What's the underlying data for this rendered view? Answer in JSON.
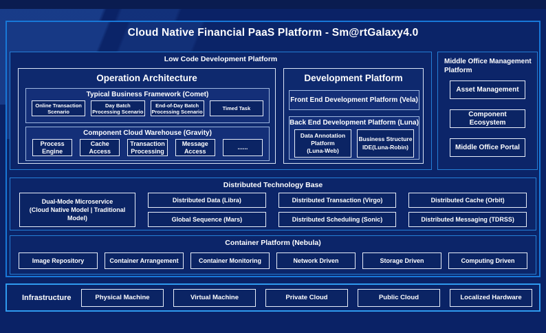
{
  "title": "Cloud Native Financial PaaS Platform - Sm@rtGalaxy4.0",
  "low_code": {
    "label": "Low Code Development Platform",
    "operation_architecture": {
      "title": "Operation Architecture",
      "comet": {
        "title": "Typical Business Framework (Comet)",
        "items": [
          "Online Transaction Scenario",
          "Day Batch Processing Scenario",
          "End-of-Day Batch Processing Scenario",
          "Timed Task"
        ]
      },
      "gravity": {
        "title": "Component Cloud Warehouse (Gravity)",
        "items": [
          "Process Engine",
          "Cache Access",
          "Transaction Processing",
          "Message Access",
          "......"
        ]
      }
    },
    "development_platform": {
      "title": "Development Platform",
      "front_end": "Front End Development Platform (Vela)",
      "back_end": {
        "title": "Back End Development Platform (Luna)",
        "items": [
          {
            "line1": "Data Annotation Platform",
            "line2": "(Luna-Web)"
          },
          {
            "line1": "Business Structure",
            "line2": "IDE(Luna-Robin)"
          }
        ]
      }
    }
  },
  "middle_office": {
    "label_line1": "Middle Office Management",
    "label_line2": "Platform",
    "items": [
      "Asset Management",
      "Component Ecosystem",
      "Middle Office Portal"
    ]
  },
  "distributed": {
    "label": "Distributed Technology Base",
    "dual_mode_line1": "Dual-Mode Microservice",
    "dual_mode_line2": "(Cloud Native Model | Traditional Model)",
    "columns": [
      [
        "Distributed Data (Libra)",
        "Global Sequence (Mars)"
      ],
      [
        "Distributed Transaction (Virgo)",
        "Distributed Scheduling (Sonic)"
      ],
      [
        "Distributed Cache (Orbit)",
        "Distributed Messaging (TDRSS)"
      ]
    ]
  },
  "container_platform": {
    "label": "Container Platform (Nebula)",
    "items": [
      "Image Repository",
      "Container Arrangement",
      "Container Monitoring",
      "Network Driven",
      "Storage Driven",
      "Computing Driven"
    ]
  },
  "infrastructure": {
    "label": "Infrastructure",
    "items": [
      "Physical Machine",
      "Virtual Machine",
      "Private Cloud",
      "Public Cloud",
      "Localized Hardware"
    ]
  },
  "colors": {
    "background": "#0A2266",
    "top_bar": "#0A1C50",
    "main_panel_border": "#1878D8",
    "section_panel_border": "#2580D8",
    "infrastructure_border": "#2F9BF0",
    "arch_box_border": "#DCE6F6",
    "group_box_border": "#9FB8E0",
    "leaf_box_border": "#E9EFFA",
    "leaf_box_fill": "#0B2464",
    "text": "#FFFFFF"
  }
}
